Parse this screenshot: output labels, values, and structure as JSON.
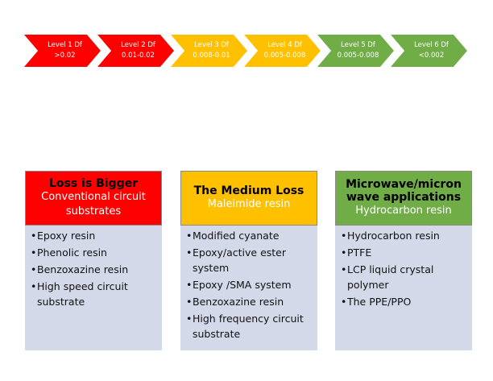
{
  "levels": [
    {
      "name": "Level 1 Df",
      "range": ">0.02",
      "color": "#ff0000"
    },
    {
      "name": "Level 2 Df",
      "range": "0.01-0.02",
      "color": "#ff0000"
    },
    {
      "name": "Level 3 Df",
      "range": "0.008-0.01",
      "color": "#ffc000"
    },
    {
      "name": "Level 4 Df",
      "range": "0.005-0.008",
      "color": "#ffc000"
    },
    {
      "name": "Level 5 Df",
      "range": "0.005-0.008",
      "color": "#70ad47"
    },
    {
      "name": "Level 6 Df",
      "range": "<0.002",
      "color": "#70ad47"
    }
  ],
  "columns": [
    {
      "title": "Loss is Bigger",
      "subtitle": "Conventional circuit substrates",
      "header_color": "#ff0000",
      "subtitle_color": "#ffffff",
      "items": [
        "Epoxy resin",
        "Phenolic resin",
        "Benzoxazine resin",
        "High speed circuit substrate"
      ]
    },
    {
      "title": "The Medium Loss",
      "subtitle": "Maleimide resin",
      "header_color": "#ffc000",
      "subtitle_color": "#ffffff",
      "items": [
        "Modified cyanate",
        "Epoxy/active ester system",
        "Epoxy /SMA system",
        "Benzoxazine resin",
        "High frequency circuit substrate"
      ]
    },
    {
      "title": "Microwave/micron wave applications",
      "subtitle": "Hydrocarbon resin",
      "header_color": "#70ad47",
      "subtitle_color": "#ffffff",
      "items": [
        "Hydrocarbon resin",
        "PTFE",
        "LCP liquid crystal polymer",
        "The PPE/PPO"
      ]
    }
  ]
}
